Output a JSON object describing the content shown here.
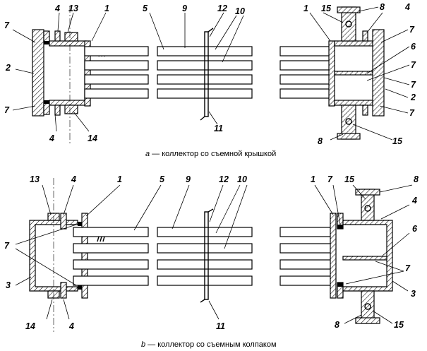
{
  "captions": {
    "a_letter": "a",
    "a_text": " — коллектор со съемной крышкой",
    "b_letter": "b",
    "b_text": " — коллектор со съемным колпаком"
  },
  "labels": {
    "n1": "1",
    "n2": "2",
    "n3": "3",
    "n4": "4",
    "n5": "5",
    "n6": "6",
    "n7": "7",
    "n8": "8",
    "n9": "9",
    "n10": "10",
    "n11": "11",
    "n12": "12",
    "n13": "13",
    "n14": "14",
    "n15": "15"
  }
}
